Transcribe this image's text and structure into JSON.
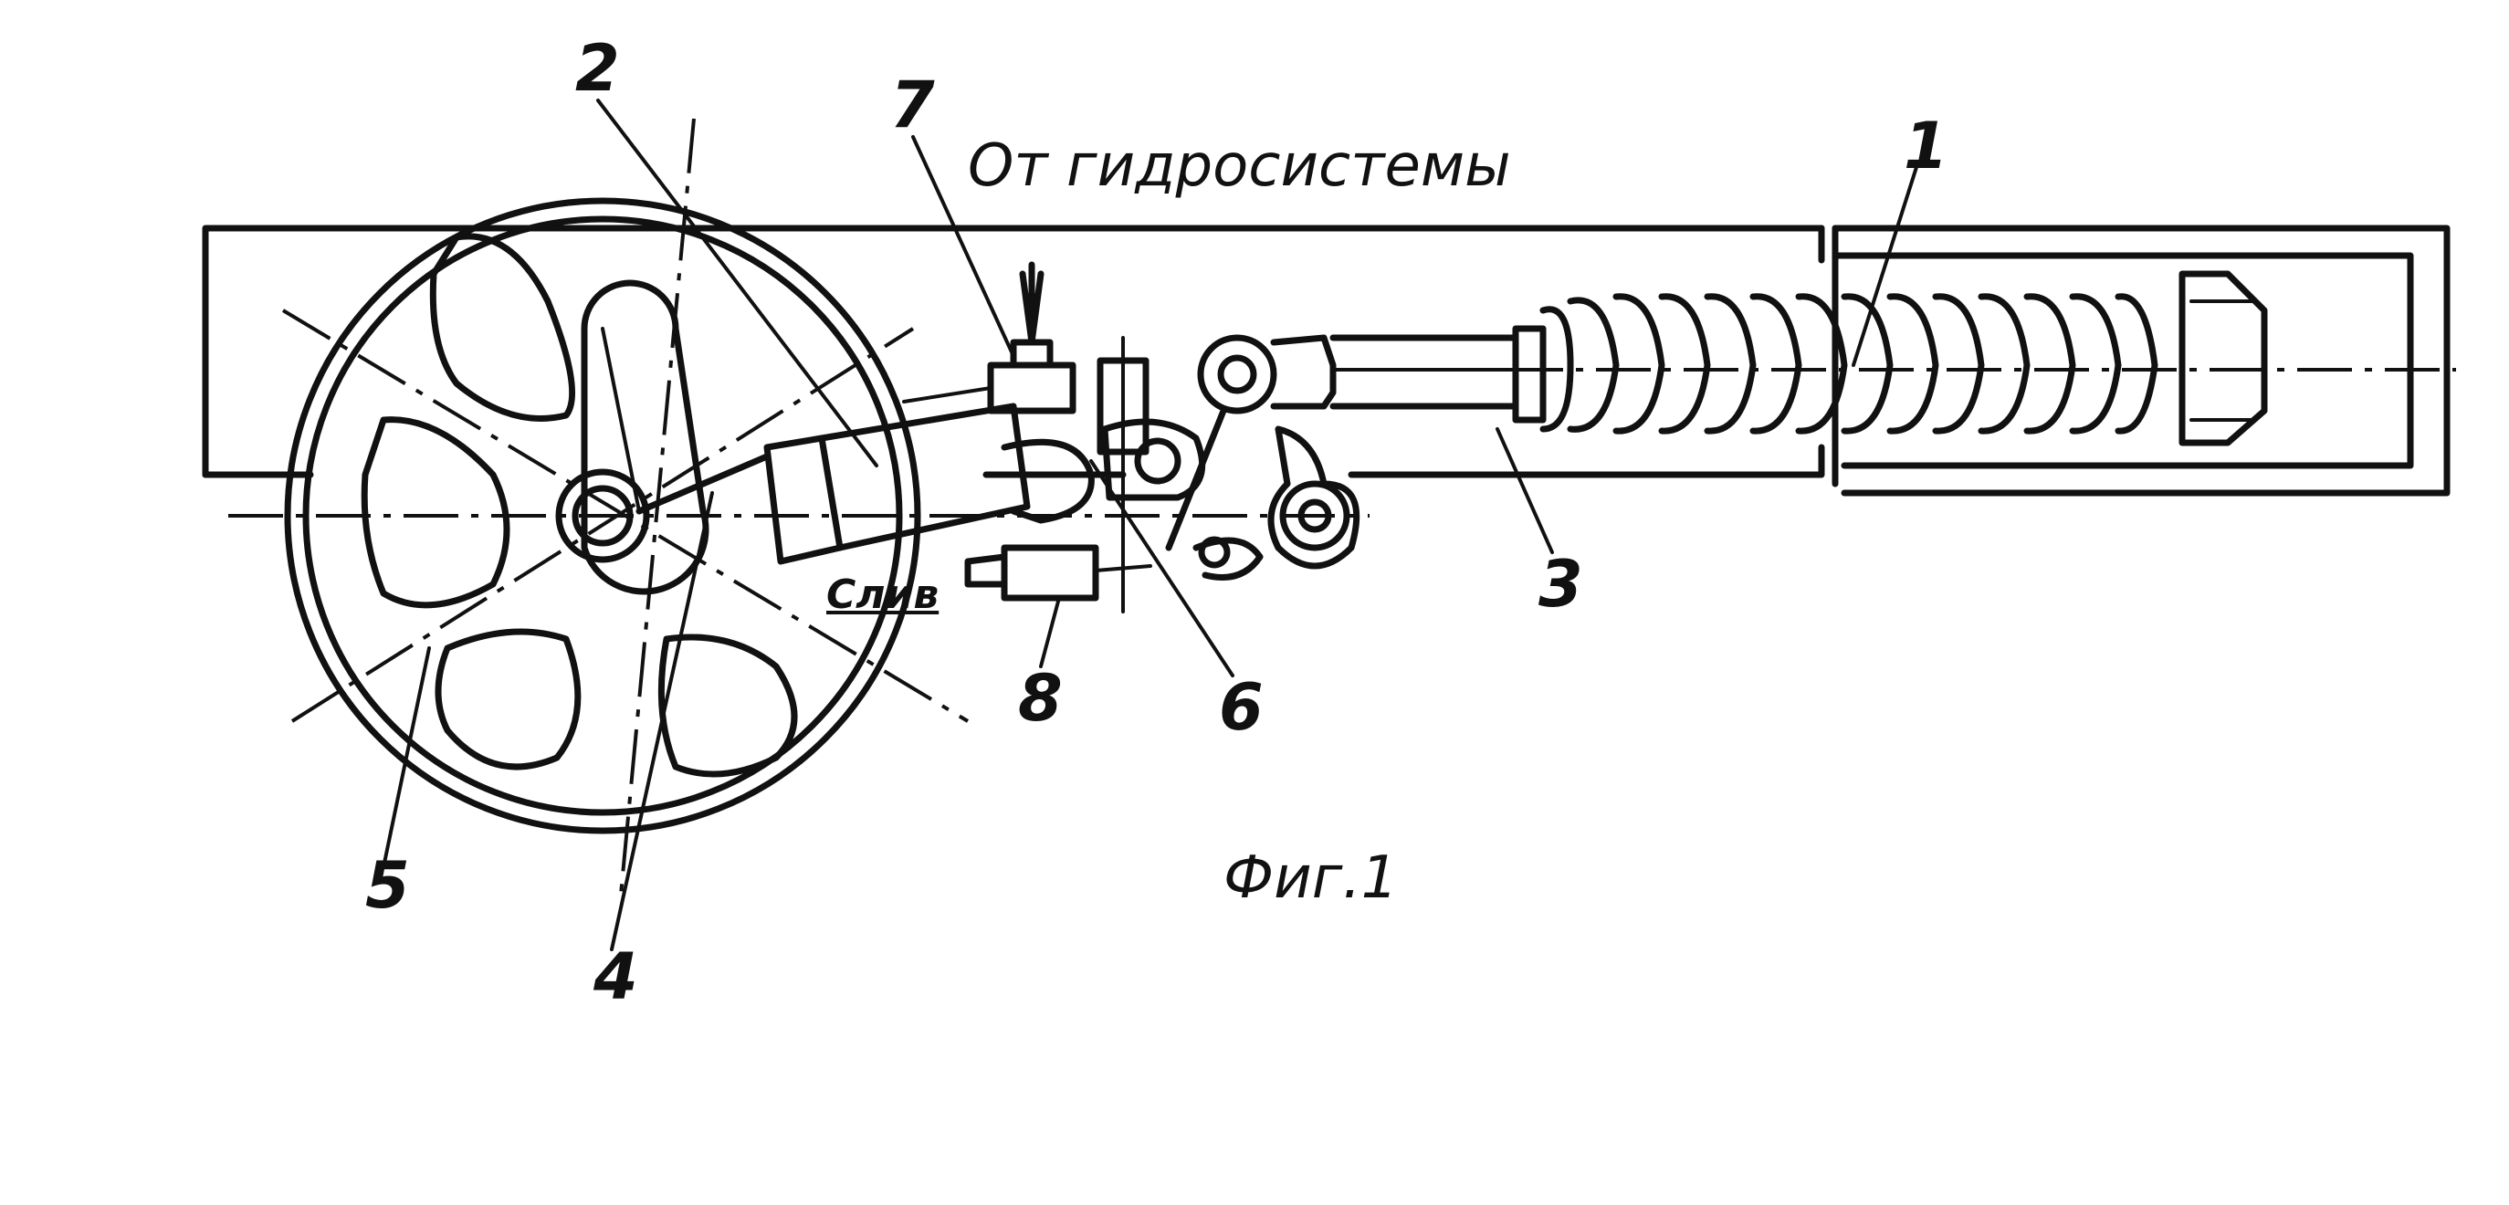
{
  "labels": {
    "n1": "1",
    "n2": "2",
    "n3": "3",
    "n4": "4",
    "n5": "5",
    "n6": "6",
    "n7": "7",
    "n8": "8",
    "from_hydro": "От гидросистемы",
    "drain": "Слив",
    "figure": "Фиг.1"
  },
  "colors": {
    "ink": "#111111",
    "paper": "#ffffff"
  }
}
